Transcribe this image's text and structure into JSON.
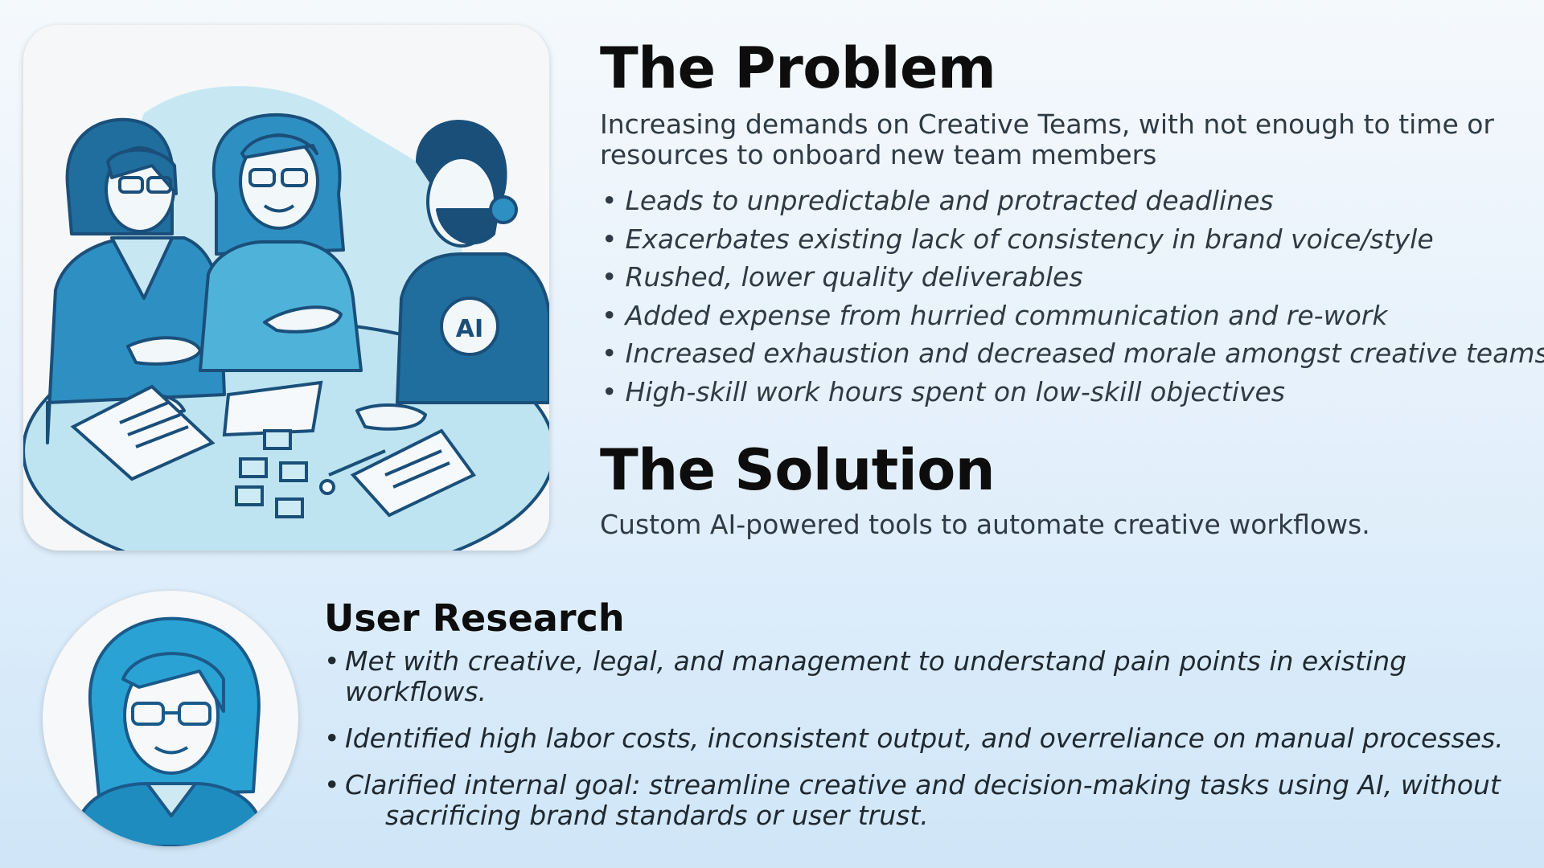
{
  "problem": {
    "title": "The Problem",
    "description": "Increasing demands on Creative Teams, with not enough to time or resources to onboard new team members",
    "bullet_symbol": "•",
    "items": [
      "Leads to unpredictable and protracted deadlines",
      "Exacerbates existing lack of consistency in brand voice/style",
      "Rushed, lower quality deliverables",
      "Added expense from hurried communication and re-work",
      "Increased exhaustion and decreased morale amongst creative teams",
      "High-skill work hours spent on low-skill objectives"
    ]
  },
  "solution": {
    "title": "The Solution",
    "description": "Custom AI-powered tools to automate creative workflows."
  },
  "research": {
    "title": "User Research",
    "bullet_symbol": "•",
    "items": [
      "Met with creative, legal, and management to understand pain points in existing workflows.",
      "Identified high labor costs, inconsistent output, and overreliance on manual processes."
    ],
    "item3_line1": "Clarified internal goal: streamline creative and decision-making tasks using AI, without",
    "item3_line2": "sacrificing brand standards or user trust."
  },
  "illustration": {
    "shirt_badge": "AI",
    "icons": [
      "team-meeting-illustration",
      "researcher-avatar"
    ]
  },
  "colors": {
    "accent_dark": "#1a5a8a",
    "accent_mid": "#2a8fc4",
    "accent_light": "#bfe4f0",
    "text_dark": "#0d0d0d",
    "text_body": "#2f3a44"
  }
}
